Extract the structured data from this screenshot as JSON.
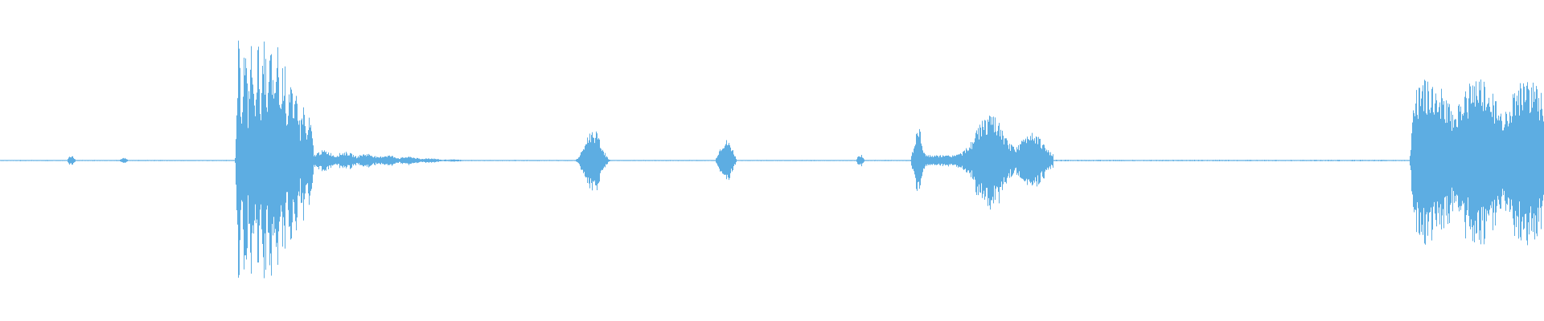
{
  "waveform": {
    "color": "#5dade2",
    "background": "#ffffff",
    "duration_fraction_label": "",
    "segments": [
      {
        "t0": 0.0,
        "t1": 0.043,
        "amp": 0.004,
        "shape": "flat"
      },
      {
        "t0": 0.043,
        "t1": 0.049,
        "amp": 0.03,
        "shape": "blip"
      },
      {
        "t0": 0.049,
        "t1": 0.077,
        "amp": 0.004,
        "shape": "flat"
      },
      {
        "t0": 0.077,
        "t1": 0.083,
        "amp": 0.02,
        "shape": "blip"
      },
      {
        "t0": 0.083,
        "t1": 0.152,
        "amp": 0.004,
        "shape": "flat"
      },
      {
        "t0": 0.152,
        "t1": 0.203,
        "amp": 0.75,
        "shape": "burst"
      },
      {
        "t0": 0.203,
        "t1": 0.3,
        "amp": 0.07,
        "shape": "tail"
      },
      {
        "t0": 0.3,
        "t1": 0.37,
        "amp": 0.004,
        "shape": "flat"
      },
      {
        "t0": 0.37,
        "t1": 0.403,
        "amp": 0.2,
        "shape": "peak"
      },
      {
        "t0": 0.403,
        "t1": 0.463,
        "amp": 0.004,
        "shape": "flat"
      },
      {
        "t0": 0.463,
        "t1": 0.477,
        "amp": 0.13,
        "shape": "blob"
      },
      {
        "t0": 0.477,
        "t1": 0.554,
        "amp": 0.004,
        "shape": "flat"
      },
      {
        "t0": 0.554,
        "t1": 0.56,
        "amp": 0.04,
        "shape": "blip"
      },
      {
        "t0": 0.56,
        "t1": 0.59,
        "amp": 0.004,
        "shape": "flat"
      },
      {
        "t0": 0.59,
        "t1": 0.682,
        "amp": 0.28,
        "shape": "phrase"
      },
      {
        "t0": 0.682,
        "t1": 0.91,
        "amp": 0.005,
        "shape": "flat"
      },
      {
        "t0": 0.91,
        "t1": 1.0,
        "amp": 0.52,
        "shape": "sustain"
      }
    ]
  }
}
